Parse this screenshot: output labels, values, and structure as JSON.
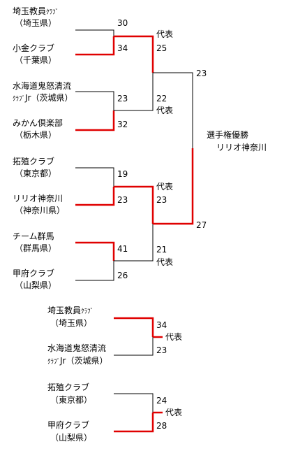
{
  "colors": {
    "winner_line": "#e00000",
    "line": "#000000"
  },
  "main_bracket": {
    "teams": [
      {
        "name_a": "埼玉教員",
        "name_b": "ｸﾗﾌﾞ",
        "pref": "（埼玉県）"
      },
      {
        "name": "小金クラブ",
        "pref": "（千葉県）"
      },
      {
        "name": "水海道鬼怒清流",
        "name_hw": "ｸﾗﾌﾞ",
        "name_tail": "Jr（茨城県）"
      },
      {
        "name": "みかん倶楽部",
        "pref": "（栃木県）"
      },
      {
        "name": "拓殖クラブ",
        "pref": "（東京都）"
      },
      {
        "name": "リリオ神奈川",
        "pref": "（神奈川県）"
      },
      {
        "name": "チーム群馬",
        "pref": "（群馬県）"
      },
      {
        "name": "甲府クラブ",
        "pref": "（山梨県）"
      }
    ],
    "scores": {
      "r1": [
        "30",
        "34",
        "23",
        "32",
        "19",
        "23",
        "41",
        "26"
      ],
      "r2": [
        "25",
        "22",
        "23",
        "21"
      ],
      "r3": [
        "23",
        "27"
      ]
    },
    "rep_label": "代表",
    "champion_label": "選手権優勝",
    "champion_team": "リリオ神奈川"
  },
  "playoffs": [
    {
      "team1": {
        "name_a": "埼玉教員",
        "name_b": "ｸﾗﾌﾞ",
        "pref": "（埼玉県）",
        "score": "34"
      },
      "team2": {
        "name": "水海道鬼怒清流",
        "name_hw": "ｸﾗﾌﾞ",
        "name_tail": "Jr（茨城県）",
        "score": "23"
      },
      "rep_label": "代表"
    },
    {
      "team1": {
        "name": "拓殖クラブ",
        "pref": "（東京都）",
        "score": "24"
      },
      "team2": {
        "name": "甲府クラブ",
        "pref": "（山梨県）",
        "score": "28"
      },
      "rep_label": "代表"
    }
  ]
}
